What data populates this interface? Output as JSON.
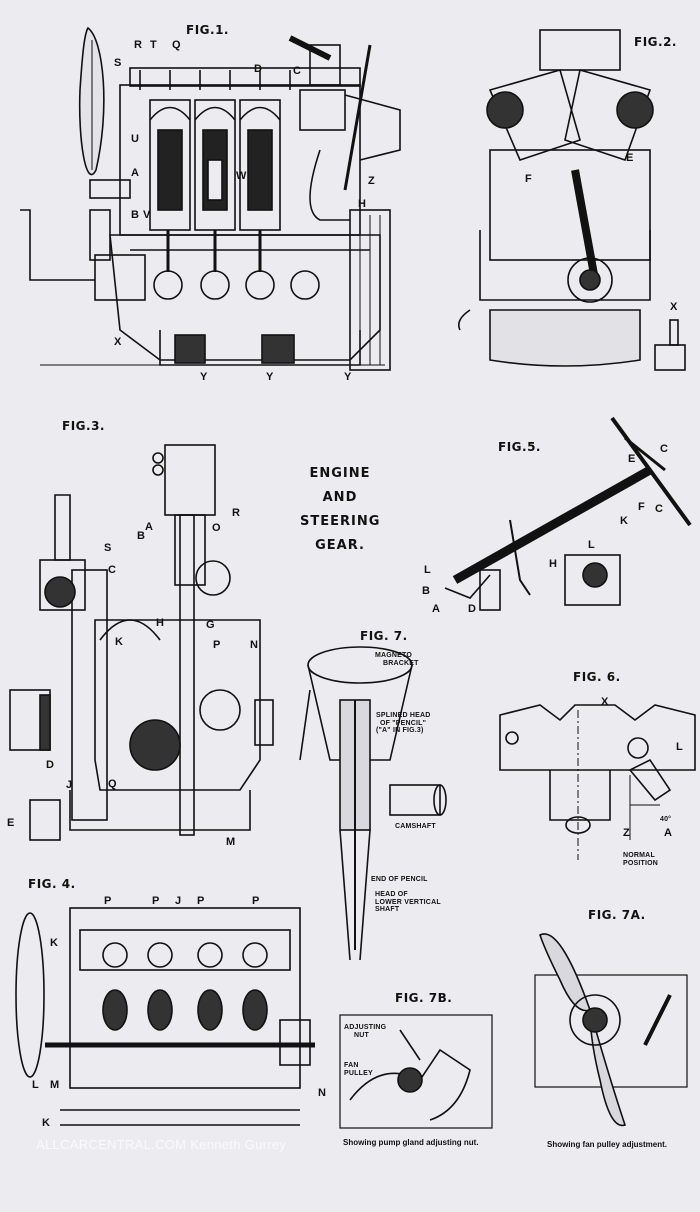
{
  "title": {
    "line1": "ENGINE",
    "line2": "AND",
    "line3": "STEERING",
    "line4": "GEAR."
  },
  "figures": {
    "fig1": "FIG.1.",
    "fig2": "FIG.2.",
    "fig3": "FIG.3.",
    "fig4": "FIG. 4.",
    "fig5": "FIG.5.",
    "fig6": "FIG. 6.",
    "fig7": "FIG. 7.",
    "fig7a": "FIG. 7A.",
    "fig7b": "FIG. 7B."
  },
  "fig1_labels": [
    "R",
    "T",
    "Q",
    "S",
    "D",
    "C",
    "U",
    "A",
    "W",
    "B",
    "V",
    "H",
    "Z",
    "X",
    "Y",
    "Y",
    "Y"
  ],
  "fig2_labels": [
    "F",
    "E",
    "X"
  ],
  "fig3_labels": [
    "R",
    "A",
    "O",
    "B",
    "S",
    "C",
    "H",
    "G",
    "K",
    "P",
    "N",
    "D",
    "J",
    "Q",
    "E",
    "M"
  ],
  "fig4_labels": [
    "P",
    "P",
    "J",
    "P",
    "P",
    "K",
    "L",
    "M",
    "N",
    "K"
  ],
  "fig5_labels": [
    "C",
    "E",
    "F",
    "C",
    "K",
    "H",
    "L",
    "B",
    "A",
    "D",
    "L"
  ],
  "fig6_labels": [
    "X",
    "L",
    "Z",
    "A"
  ],
  "fig6_angle": "40°",
  "fig6_note": {
    "line1": "NORMAL",
    "line2": "POSITION"
  },
  "fig7_callouts": {
    "magneto": {
      "line1": "MAGNETO",
      "line2": "BRACKET"
    },
    "splined": {
      "line1": "SPLINED HEAD",
      "line2": "OF \"PENCIL\"",
      "line3": "(\"A\" IN FIG.3)"
    },
    "camshaft": "CAMSHAFT",
    "end_pencil": "END OF PENCIL",
    "head_lower": {
      "line1": "HEAD OF",
      "line2": "LOWER VERTICAL",
      "line3": "SHAFT"
    }
  },
  "fig7b_callouts": {
    "adjusting": {
      "line1": "ADJUSTING",
      "line2": "NUT"
    },
    "fan": {
      "line1": "FAN",
      "line2": "PULLEY"
    }
  },
  "captions": {
    "fig7b": "Showing pump gland adjusting nut.",
    "fig7a": "Showing fan pulley adjustment."
  },
  "watermark": "ALLCARCENTRAL.COM    Kenneth Gurrey",
  "colors": {
    "paper": "#ecebef",
    "ink": "#111111"
  }
}
